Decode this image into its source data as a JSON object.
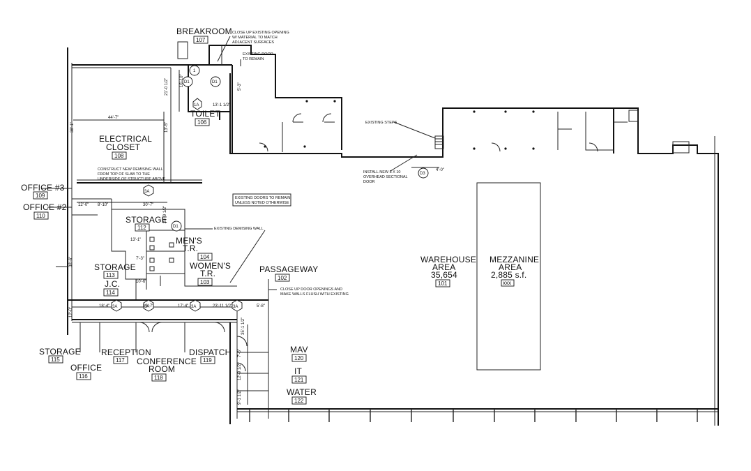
{
  "rooms": [
    {
      "id": "breakroom",
      "label": "BREAKROOM",
      "number": "107"
    },
    {
      "id": "toilet",
      "label": "TOILET",
      "number": "106"
    },
    {
      "id": "electrical",
      "label": "ELECTRICAL",
      "label2": "CLOSET",
      "number": "108"
    },
    {
      "id": "office3",
      "label": "OFFICE #3",
      "number": "109"
    },
    {
      "id": "office2",
      "label": "OFFICE #2",
      "number": "110"
    },
    {
      "id": "storage112",
      "label": "STORAGE",
      "number": "112"
    },
    {
      "id": "mens",
      "label": "MEN'S",
      "label2": "T.R.",
      "number": "104"
    },
    {
      "id": "womens",
      "label": "WOMEN'S",
      "label2": "T.R.",
      "number": "103"
    },
    {
      "id": "storage113",
      "label": "STORAGE",
      "number": "113"
    },
    {
      "id": "jc",
      "label": "J.C.",
      "number": "114"
    },
    {
      "id": "passageway",
      "label": "PASSAGEWAY",
      "number": "102"
    },
    {
      "id": "warehouse",
      "label": "WAREHOUSE",
      "label2": "AREA",
      "label3": "35,654",
      "number": "101"
    },
    {
      "id": "mezzanine",
      "label": "MEZZANINE",
      "label2": "AREA",
      "label3": "2,885 s.f.",
      "number": "xxx"
    },
    {
      "id": "storage115",
      "label": "STORAGE",
      "number": "115"
    },
    {
      "id": "office116",
      "label": "OFFICE",
      "number": "116"
    },
    {
      "id": "reception",
      "label": "RECEPTION",
      "number": "117"
    },
    {
      "id": "conference",
      "label": "CONFERENCE",
      "label2": "ROOM",
      "number": "118"
    },
    {
      "id": "dispatch",
      "label": "DISPATCH",
      "number": "119"
    },
    {
      "id": "mav",
      "label": "MAV",
      "number": "120"
    },
    {
      "id": "it",
      "label": "IT",
      "number": "121"
    },
    {
      "id": "water",
      "label": "WATER",
      "number": "122"
    }
  ],
  "notes": {
    "close_up_opening": [
      "CLOSE UP EXISTING OPENING",
      "W/ MATERIAL TO MATCH",
      "ADJACENT SURFACES"
    ],
    "existing_door": [
      "EXISTING DOOR",
      "TO REMAIN"
    ],
    "existing_steps": "EXISTING STEPS",
    "overhead_door": [
      "INSTALL NEW 8 X 10",
      "OVERHEAD SECTIONAL",
      "DOOR"
    ],
    "demising_wall_new": [
      "CONSTRUCT NEW DEMISING WALL",
      "FROM TOP OF SLAB TO THE",
      "UNDERSIDE OF STRUCTURE ABOVE"
    ],
    "doors_remain": [
      "EXISTING DOORS TO REMAIN",
      "UNLESS NOTED OTHERWISE"
    ],
    "demising_wall_existing": "EXISTING DEMISING WALL",
    "close_door_openings": [
      "CLOSE UP DOOR OPENINGS AND",
      "MAKE WALLS FLUSH WITH EXISTING"
    ]
  },
  "tags": {
    "d1": "D1",
    "d3": "D3",
    "t1": "1",
    "t1a": "1A",
    "t3a": "3A"
  },
  "dimensions": {
    "d_44_7": "44'-7\"",
    "d_38_1": "38'-1\"",
    "d_21_0": "21'-0 1/2\"",
    "d_16_10": "16'-10\"",
    "d_30_7": "30'-7\"",
    "d_12_0": "12'-0\"",
    "d_8_10": "8'-10\"",
    "d_25_9": "25'-9 1/2\"",
    "d_13_1": "13'-1\"",
    "d_7_3": "7'-3\"",
    "d_10_6": "10'-6\"",
    "d_18_4": "18'-4\"",
    "d_19_7": "19'-7\"",
    "d_17_4": "17'-4\"",
    "d_23_11": "23'-11 1/2\"",
    "d_5_8": "5'-8\"",
    "d_35_1": "35'-1 1/2\"",
    "d_7_6": "7'-6\"",
    "d_12_9": "12'-9 1/2\"",
    "d_9_1": "9'-1 1/2\"",
    "d_4_0": "4'-0\"",
    "d_38_6": "38'-6\"",
    "d_12_left": "12'-0\"",
    "d_13_5": "13'-5\"",
    "d_13_1b": "13'-1 1/2\"",
    "d_5_3": "5'-3\""
  }
}
